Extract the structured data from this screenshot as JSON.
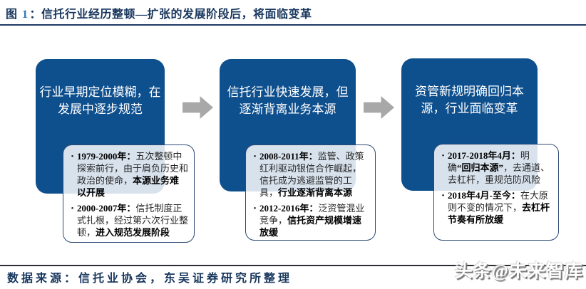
{
  "title": {
    "label": "图 ",
    "number": "1",
    "rest": "：信托行业经历整顿—扩张的发展阶段后，将面临变革"
  },
  "stages": [
    {
      "heading": "行业早期定位模糊，在发展中逐步规范",
      "heading_lines": [
        "行业早期定位模糊，在",
        "发展中逐步规范"
      ],
      "bullets": [
        [
          {
            "t": "1979-2000年：",
            "b": true
          },
          {
            "t": "五次整顿中探索前行，由于肩负历史和政治的使命，",
            "b": false
          },
          {
            "t": "本源业务难以开展",
            "b": true
          }
        ],
        [
          {
            "t": "2000-2007年：",
            "b": true
          },
          {
            "t": "信托制度正式扎根，经过第六次行业整顿，",
            "b": false
          },
          {
            "t": "进入规范发展阶段",
            "b": true
          }
        ]
      ]
    },
    {
      "heading": "信托行业快速发展，但逐渐背离业务本源",
      "heading_lines": [
        "信托行业快速发展，但",
        "逐渐背离业务本源"
      ],
      "bullets": [
        [
          {
            "t": "2008-2011年：",
            "b": true
          },
          {
            "t": "监管、政策红利驱动银信合作崛起，信托成为逃避监管的工具，",
            "b": false
          },
          {
            "t": "行业逐渐背离本源",
            "b": true
          }
        ],
        [
          {
            "t": "2012-2016年：",
            "b": true
          },
          {
            "t": "泛资管混业竞争，",
            "b": false
          },
          {
            "t": "信托资产规模增速放缓",
            "b": true
          }
        ]
      ]
    },
    {
      "heading": "资管新规明确回归本源，行业面临变革",
      "heading_lines": [
        "资管新规明确回归本",
        "源，行业面临变革"
      ],
      "bullets": [
        [
          {
            "t": "2017-2018年4月：",
            "b": true
          },
          {
            "t": "明确",
            "b": false
          },
          {
            "t": "“回归本源”",
            "b": true
          },
          {
            "t": "，去通道、去杠杆，重规范防风险",
            "b": false
          }
        ],
        [
          {
            "t": "2018年4月-至今：",
            "b": true
          },
          {
            "t": "在大原则不变的情况下，",
            "b": false
          },
          {
            "t": "去杠杆节奏有所放缓",
            "b": true
          }
        ]
      ]
    }
  ],
  "bullet_marker": "•",
  "footer": {
    "source": "数据来源：信托业协会，东吴证券研究所整理"
  },
  "watermark": "头条@未来智库",
  "icons": {
    "arrow_1": "block-right-arrow",
    "arrow_2": "block-right-arrow"
  },
  "colors": {
    "stage_blue": "#0E4F8D",
    "card_border": "#2C4A74",
    "arrow_gray": "#A8A8A8",
    "title_navy": "#17365D",
    "number_blue": "#2E74B5",
    "divider_navy": "#1F3864",
    "body_text": "#262626"
  }
}
